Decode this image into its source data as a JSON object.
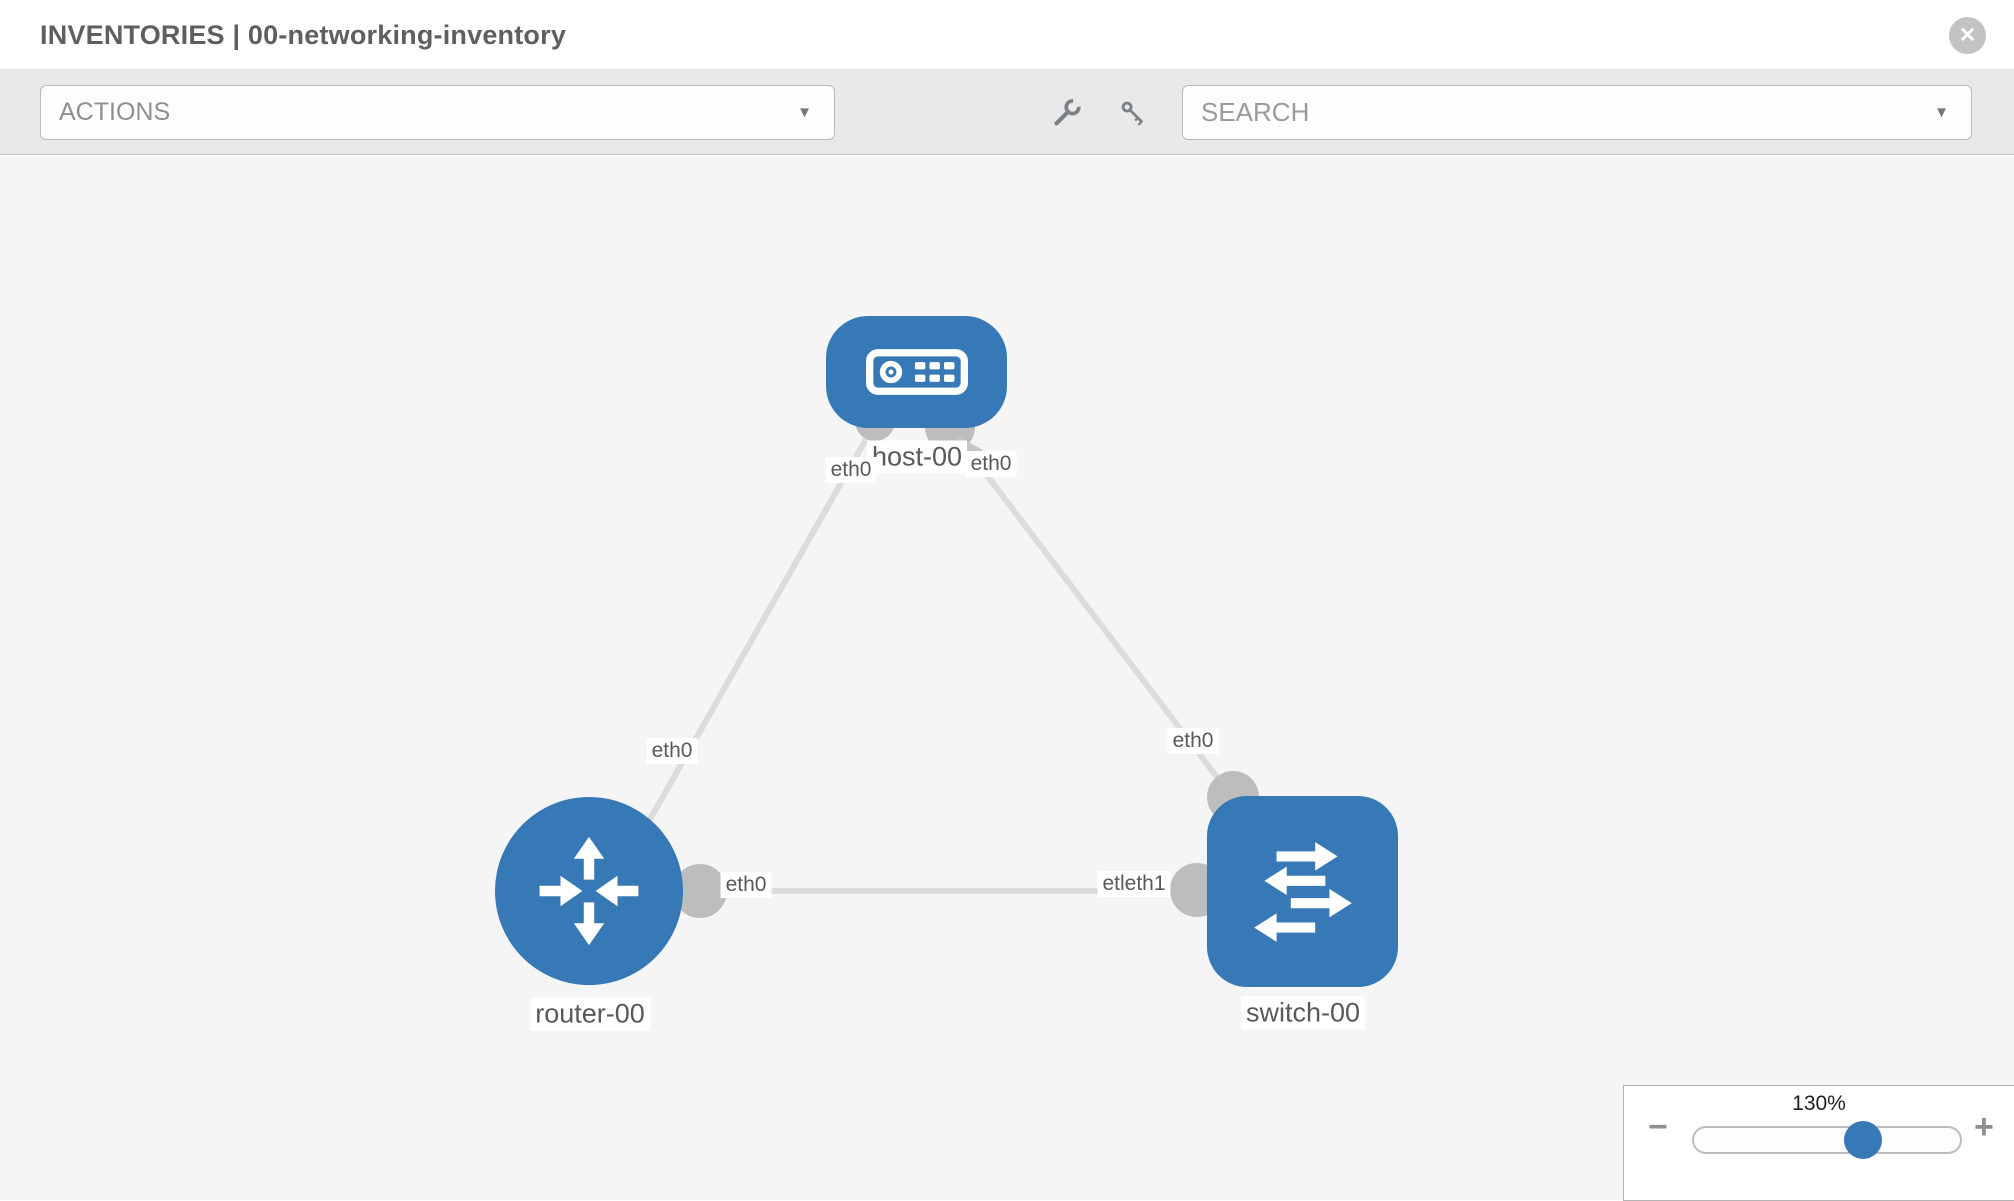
{
  "header": {
    "title": "INVENTORIES | 00-networking-inventory",
    "close_glyph": "✕"
  },
  "toolbar": {
    "actions_label": "ACTIONS",
    "search_placeholder": "SEARCH",
    "caret_glyph": "▼",
    "icons": [
      "wrench-icon",
      "key-icon"
    ]
  },
  "topology": {
    "nodes": [
      {
        "id": "host-00",
        "label": "host-00",
        "type": "host"
      },
      {
        "id": "router-00",
        "label": "router-00",
        "type": "router"
      },
      {
        "id": "switch-00",
        "label": "switch-00",
        "type": "switch"
      }
    ],
    "links": [
      {
        "from": "host-00",
        "from_interface": "eth0",
        "to": "router-00",
        "to_interface": "eth0"
      },
      {
        "from": "host-00",
        "from_interface": "eth0",
        "to": "switch-00",
        "to_interface": "eth0"
      },
      {
        "from": "router-00",
        "from_interface": "eth0",
        "to": "switch-00",
        "to_interface": "etleth1"
      }
    ]
  },
  "zoom_control": {
    "percent_label": "130%",
    "minus_glyph": "−",
    "plus_glyph": "+"
  },
  "colors": {
    "node_blue": "#3778b6",
    "link_gray": "#dcdcdc",
    "dot_gray": "#bdbdbd",
    "canvas_bg": "#f5f5f5",
    "toolbar_bg": "#e9e9e9"
  }
}
